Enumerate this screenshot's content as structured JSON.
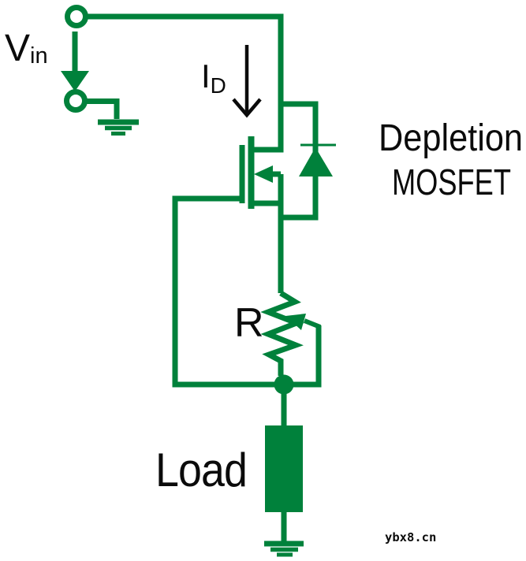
{
  "colors": {
    "wire_green": "#00813B",
    "text_black": "#0b0b0b",
    "background": "#ffffff"
  },
  "labels": {
    "input_voltage": {
      "main": "V",
      "sub": "in"
    },
    "drain_current": {
      "main": "I",
      "sub": "D"
    },
    "transistor": {
      "line1": "Depletion",
      "line2": "MOSFET"
    },
    "resistor": "R",
    "load": "Load",
    "watermark": "ybx8.cn"
  }
}
